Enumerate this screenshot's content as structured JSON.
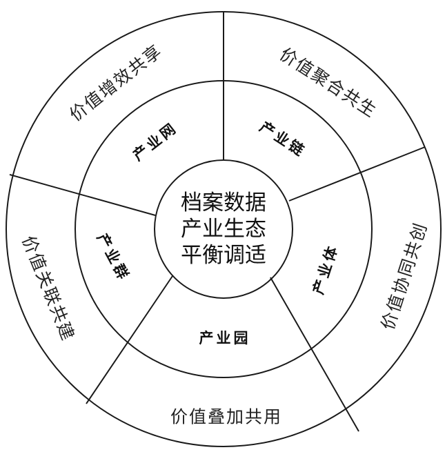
{
  "center": {
    "line1": "档案数据",
    "line2": "产业生态",
    "line3": "平衡调适"
  },
  "middle_ring": [
    {
      "label": "产业网"
    },
    {
      "label": "产业链"
    },
    {
      "label": "产业体"
    },
    {
      "label": "产业园"
    },
    {
      "label": "产业群"
    }
  ],
  "outer_ring": [
    {
      "label": "价值增效共享"
    },
    {
      "label": "价值聚合共生"
    },
    {
      "label": "价值协同共创"
    },
    {
      "label": "价值叠加共用"
    },
    {
      "label": "价值关联共建"
    }
  ]
}
